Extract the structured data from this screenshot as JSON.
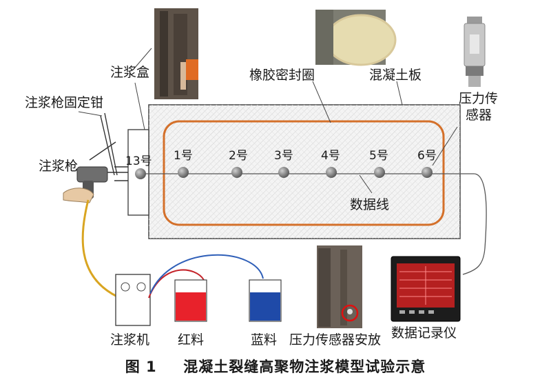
{
  "labels": {
    "grout_box": "注浆盒",
    "gun_clamp": "注浆枪固定钳",
    "grout_gun": "注浆枪",
    "rubber_ring": "橡胶密封圈",
    "concrete_slab": "混凝土板",
    "pressure_sensor_line1": "压力传",
    "pressure_sensor_line2": "感器",
    "data_line": "数据线",
    "grouting_machine": "注浆机",
    "red_material": "红料",
    "blue_material": "蓝料",
    "sensor_install": "压力传感器安放",
    "data_recorder": "数据记录仪"
  },
  "sensors": [
    "13号",
    "1号",
    "2号",
    "3号",
    "4号",
    "5号",
    "6号"
  ],
  "caption": {
    "figure_no": "图 1",
    "title": "混凝土裂缝高聚物注浆模型试验示意"
  },
  "colors": {
    "red_fluid": "#e8222b",
    "blue_fluid": "#1f4aa8",
    "seal_ring": "#d4702a",
    "grout_hose": "#d9a521",
    "slab_hatch": "#c9c9c9"
  }
}
